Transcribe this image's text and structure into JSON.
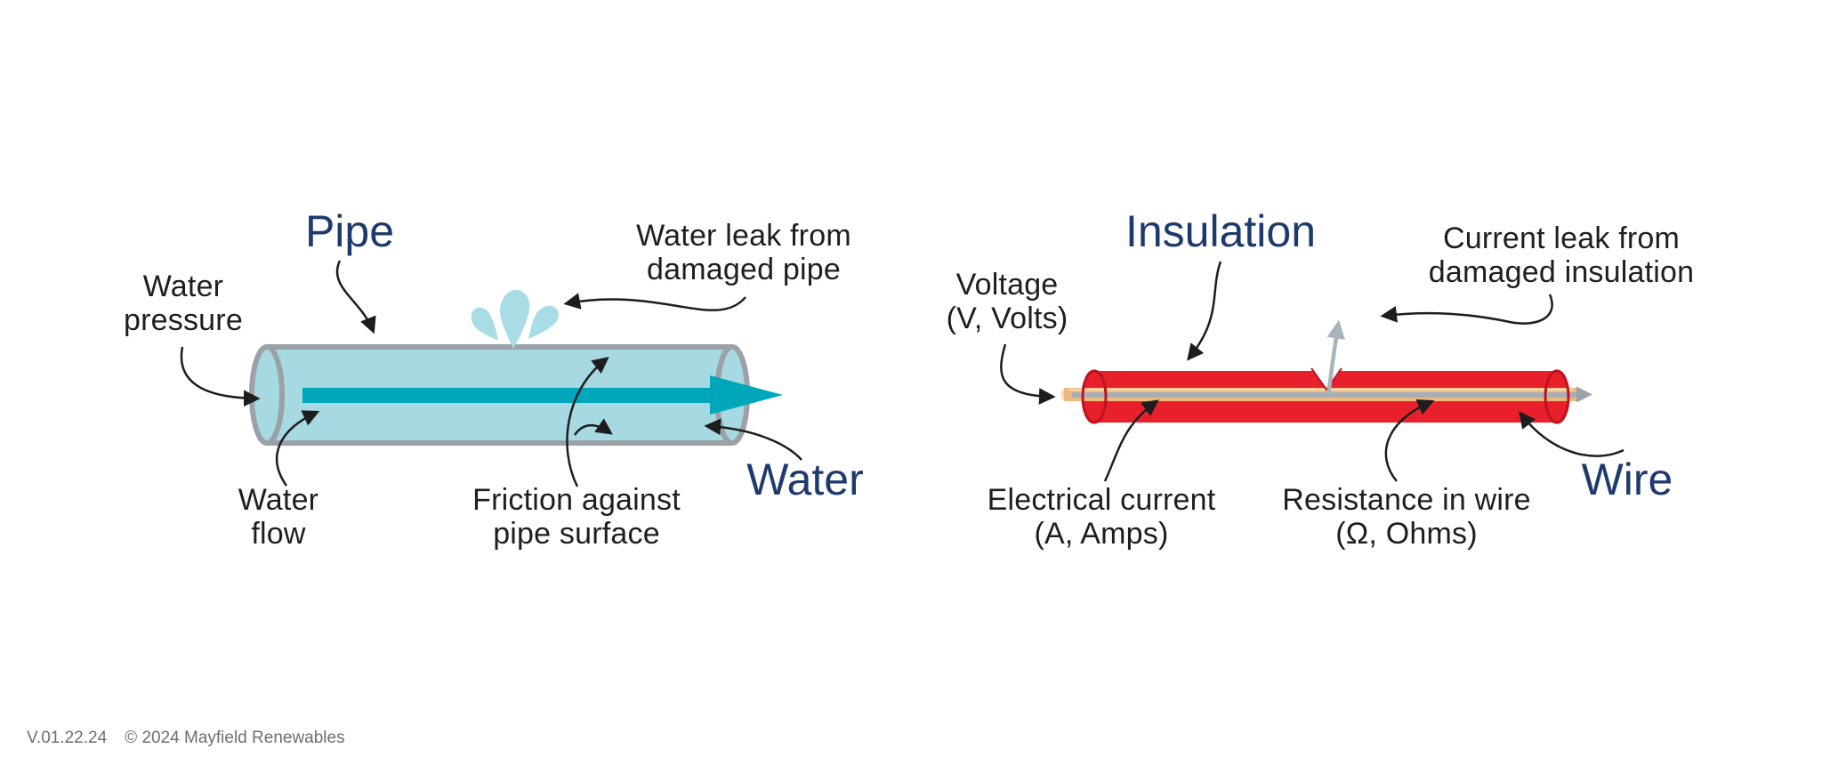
{
  "footer": {
    "version": "V.01.22.24",
    "copyright": "© 2024 Mayfield Renewables"
  },
  "water_diagram": {
    "title": "Pipe",
    "labels": {
      "pressure": {
        "line1": "Water",
        "line2": "pressure"
      },
      "leak": {
        "line1": "Water leak from",
        "line2": "damaged pipe"
      },
      "flow": {
        "line1": "Water",
        "line2": "flow"
      },
      "friction": {
        "line1": "Friction against",
        "line2": "pipe surface"
      },
      "medium": "Water"
    }
  },
  "electric_diagram": {
    "title": "Insulation",
    "labels": {
      "voltage": {
        "line1": "Voltage",
        "line2": "(V, Volts)"
      },
      "leak": {
        "line1": "Current leak from",
        "line2": "damaged insulation"
      },
      "current": {
        "line1": "Electrical current",
        "line2": "(A, Amps)"
      },
      "resistance": {
        "line1": "Resistance in wire",
        "line2": "(Ω, Ohms)"
      },
      "conductor": "Wire"
    }
  },
  "colors": {
    "navy_title": "#1e3a6d",
    "label_text": "#1e1e1e",
    "pipe_fill": "#a6d9e2",
    "pipe_stroke": "#9ba1a6",
    "water_arrow": "#00a7bb",
    "droplet": "#a9dde6",
    "insulation_red": "#e8202b",
    "insulation_edge": "#bf1420",
    "wire_tan": "#ecb97e",
    "wire_tan_highlight": "#f7d9ac",
    "wire_core_gray": "#a9aeb6",
    "leak_arrow_gray": "#a9b3bd",
    "annotation_arrow": "#1d1d1d",
    "footer_text": "#6d6e70",
    "background": "#ffffff"
  }
}
